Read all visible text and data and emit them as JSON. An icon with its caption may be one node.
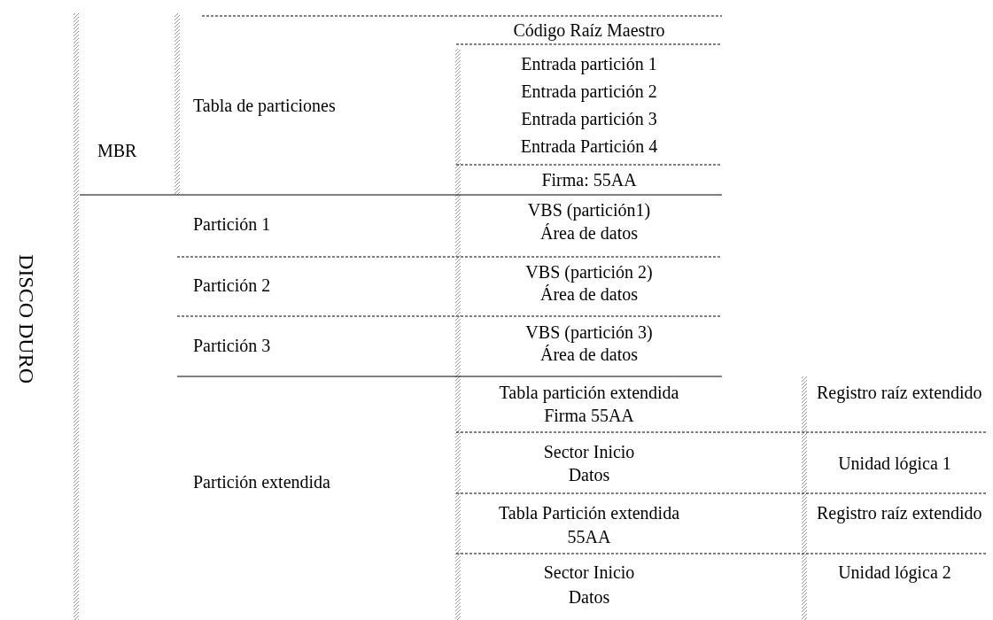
{
  "diagram": {
    "labels": [
      "DISCO DURO",
      "MBR",
      "Tabla de particiones",
      "Código Raíz Maestro",
      "Entrada partición 1",
      "Entrada partición 2",
      "Entrada partición 3",
      "Entrada Partición 4",
      "Firma: 55AA",
      "Partición 1",
      "VBS (partición1)",
      "Área de datos",
      "Partición 2",
      "VBS (partición 2)",
      "Área de datos",
      "Partición 3",
      "VBS (partición 3)",
      "Área de datos",
      "Tabla partición extendida",
      "Firma 55AA",
      "Registro raíz extendido",
      "Partición extendida",
      "Sector Inicio",
      "Datos",
      "Unidad lógica 1",
      "Tabla Partición extendida",
      "55AA",
      "Registro raíz extendido",
      "Sector Inicio",
      "Datos",
      "Unidad lógica 2"
    ]
  }
}
